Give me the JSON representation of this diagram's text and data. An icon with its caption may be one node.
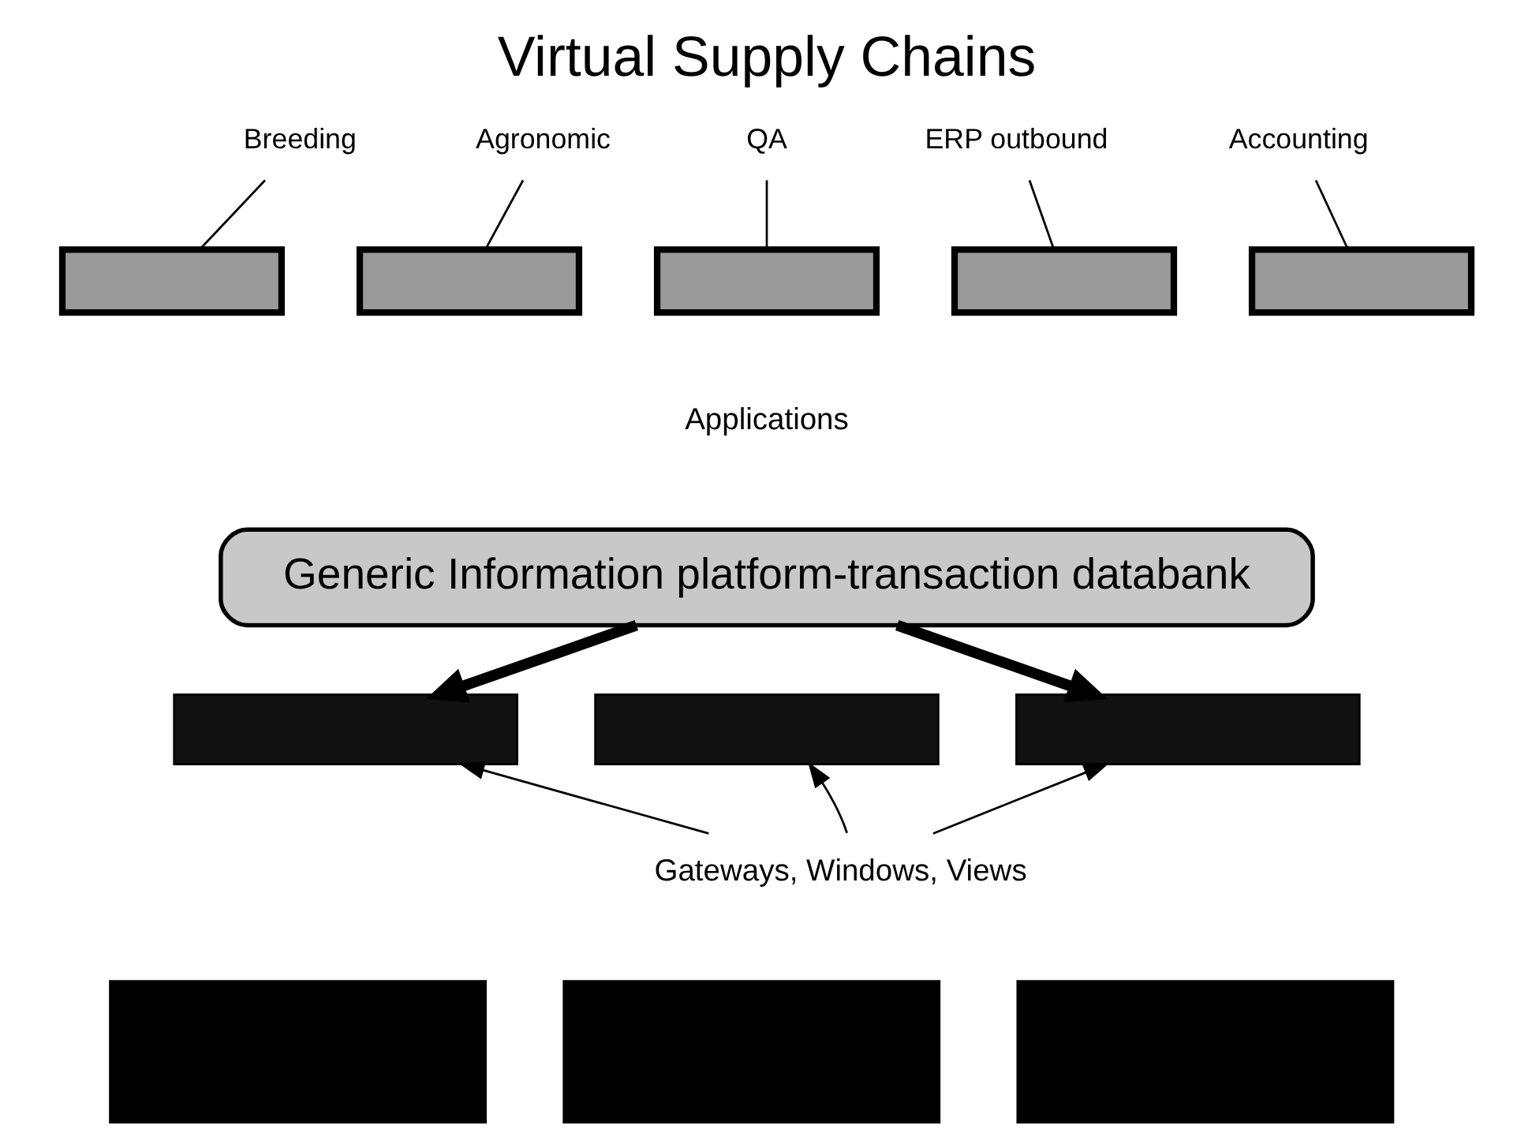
{
  "diagram": {
    "title": "Virtual Supply Chains",
    "nodes": [
      {
        "text": [
          "Breeding"
        ]
      },
      {
        "text": [
          "Agronomic"
        ]
      },
      {
        "text": [
          "QA"
        ]
      },
      {
        "text": [
          "ERP outbound"
        ]
      },
      {
        "text": [
          "Accounting"
        ]
      },
      {
        "text": [],
        "shape": "box"
      },
      {
        "text": [],
        "shape": "box"
      },
      {
        "text": [],
        "shape": "box"
      },
      {
        "text": [],
        "shape": "box"
      },
      {
        "text": [],
        "shape": "box"
      },
      {
        "text": [
          "Generic Information platform-transaction databank"
        ]
      },
      {
        "text": [],
        "shape": "box"
      },
      {
        "text": [],
        "shape": "box"
      },
      {
        "text": [],
        "shape": "box"
      },
      {
        "text": [
          "Gateways, Windows, Views"
        ]
      },
      {
        "text": [],
        "shape": "box"
      },
      {
        "text": [],
        "shape": "box"
      },
      {
        "text": [],
        "shape": "box"
      }
    ],
    "edges": [
      {
        "from": 0,
        "to": 5,
        "arrow": "none"
      },
      {
        "from": 1,
        "to": 6,
        "arrow": "none"
      },
      {
        "from": 2,
        "to": 7,
        "arrow": "none"
      },
      {
        "from": 3,
        "to": 8,
        "arrow": "none"
      },
      {
        "from": 4,
        "to": 9,
        "arrow": "none"
      },
      {
        "from": 10,
        "to": 11,
        "arrow": "to",
        "style": "thick"
      },
      {
        "from": 10,
        "to": 13,
        "arrow": "to",
        "style": "thick"
      },
      {
        "from": 14,
        "to": 11,
        "arrow": "to"
      },
      {
        "from": 14,
        "to": 12,
        "arrow": "to"
      },
      {
        "from": 14,
        "to": 13,
        "arrow": "to"
      }
    ],
    "labels": [
      "Applications"
    ]
  }
}
